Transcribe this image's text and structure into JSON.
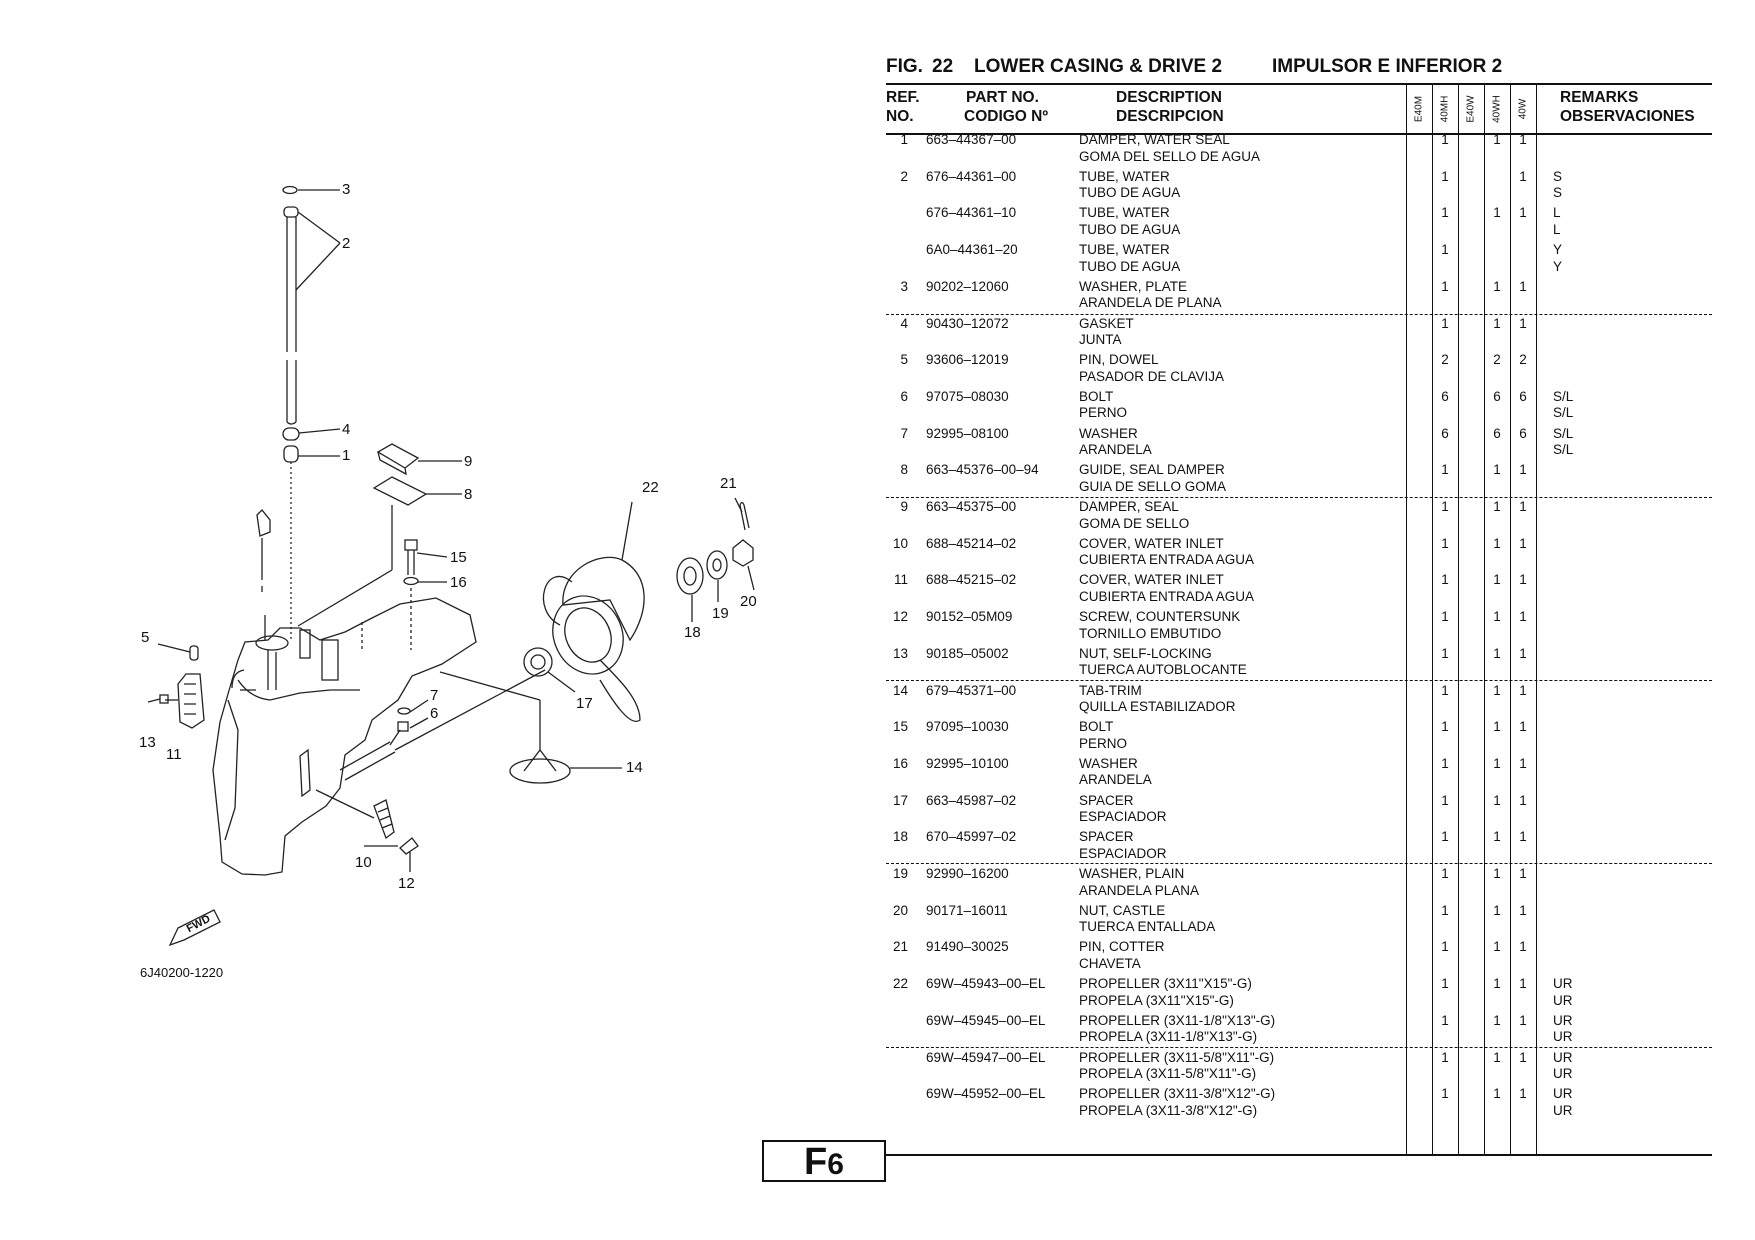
{
  "header": {
    "fig": "FIG.",
    "fig_no": "22",
    "title_en": "LOWER CASING & DRIVE 2",
    "title_es": "IMPULSOR E INFERIOR 2"
  },
  "columns": {
    "ref_en": "REF.",
    "ref_es": "NO.",
    "part_en": "PART NO.",
    "part_es": "CODIGO Nº",
    "desc_en": "DESCRIPTION",
    "desc_es": "DESCRIPCION",
    "models": [
      "E40M",
      "40MH",
      "E40W",
      "40WH",
      "40W"
    ],
    "rem_en": "REMARKS",
    "rem_es": "OBSERVACIONES"
  },
  "parts": [
    {
      "ref": "1",
      "part": "663–44367–00",
      "en": "DAMPER, WATER SEAL",
      "es": "GOMA DEL SELLO DE AGUA",
      "q": [
        "",
        "1",
        "",
        "1",
        "1"
      ],
      "r1": "",
      "r2": ""
    },
    {
      "ref": "2",
      "part": "676–44361–00",
      "en": "TUBE, WATER",
      "es": "TUBO DE AGUA",
      "q": [
        "",
        "1",
        "",
        "",
        "1"
      ],
      "r1": "S",
      "r2": "S"
    },
    {
      "ref": "",
      "part": "676–44361–10",
      "en": "TUBE, WATER",
      "es": "TUBO DE AGUA",
      "q": [
        "",
        "1",
        "",
        "1",
        "1"
      ],
      "r1": "L",
      "r2": "L"
    },
    {
      "ref": "",
      "part": "6A0–44361–20",
      "en": "TUBE, WATER",
      "es": "TUBO DE AGUA",
      "q": [
        "",
        "1",
        "",
        "",
        ""
      ],
      "r1": "Y",
      "r2": "Y"
    },
    {
      "ref": "3",
      "part": "90202–12060",
      "en": "WASHER, PLATE",
      "es": "ARANDELA  DE PLANA",
      "q": [
        "",
        "1",
        "",
        "1",
        "1"
      ],
      "r1": "",
      "r2": ""
    },
    {
      "ref": "4",
      "part": "90430–12072",
      "en": "GASKET",
      "es": "JUNTA",
      "q": [
        "",
        "1",
        "",
        "1",
        "1"
      ],
      "r1": "",
      "r2": ""
    },
    {
      "ref": "5",
      "part": "93606–12019",
      "en": "PIN, DOWEL",
      "es": "PASADOR DE CLAVIJA",
      "q": [
        "",
        "2",
        "",
        "2",
        "2"
      ],
      "r1": "",
      "r2": ""
    },
    {
      "ref": "6",
      "part": "97075–08030",
      "en": "BOLT",
      "es": "PERNO",
      "q": [
        "",
        "6",
        "",
        "6",
        "6"
      ],
      "r1": "S/L",
      "r2": "S/L"
    },
    {
      "ref": "7",
      "part": "92995–08100",
      "en": "WASHER",
      "es": "ARANDELA",
      "q": [
        "",
        "6",
        "",
        "6",
        "6"
      ],
      "r1": "S/L",
      "r2": "S/L"
    },
    {
      "ref": "8",
      "part": "663–45376–00–94",
      "en": "GUIDE, SEAL DAMPER",
      "es": "GUIA DE SELLO GOMA",
      "q": [
        "",
        "1",
        "",
        "1",
        "1"
      ],
      "r1": "",
      "r2": ""
    },
    {
      "ref": "9",
      "part": "663–45375–00",
      "en": "DAMPER, SEAL",
      "es": "GOMA DE SELLO",
      "q": [
        "",
        "1",
        "",
        "1",
        "1"
      ],
      "r1": "",
      "r2": ""
    },
    {
      "ref": "10",
      "part": "688–45214–02",
      "en": "COVER, WATER INLET",
      "es": "CUBIERTA  ENTRADA AGUA",
      "q": [
        "",
        "1",
        "",
        "1",
        "1"
      ],
      "r1": "",
      "r2": ""
    },
    {
      "ref": "11",
      "part": "688–45215–02",
      "en": "COVER, WATER INLET",
      "es": "CUBIERTA  ENTRADA AGUA",
      "q": [
        "",
        "1",
        "",
        "1",
        "1"
      ],
      "r1": "",
      "r2": ""
    },
    {
      "ref": "12",
      "part": "90152–05M09",
      "en": "SCREW, COUNTERSUNK",
      "es": "TORNILLO  EMBUTIDO",
      "q": [
        "",
        "1",
        "",
        "1",
        "1"
      ],
      "r1": "",
      "r2": ""
    },
    {
      "ref": "13",
      "part": "90185–05002",
      "en": "NUT, SELF-LOCKING",
      "es": "TUERCA AUTOBLOCANTE",
      "q": [
        "",
        "1",
        "",
        "1",
        "1"
      ],
      "r1": "",
      "r2": ""
    },
    {
      "ref": "14",
      "part": "679–45371–00",
      "en": "TAB-TRIM",
      "es": "QUILLA ESTABILIZADOR",
      "q": [
        "",
        "1",
        "",
        "1",
        "1"
      ],
      "r1": "",
      "r2": ""
    },
    {
      "ref": "15",
      "part": "97095–10030",
      "en": "BOLT",
      "es": "PERNO",
      "q": [
        "",
        "1",
        "",
        "1",
        "1"
      ],
      "r1": "",
      "r2": ""
    },
    {
      "ref": "16",
      "part": "92995–10100",
      "en": "WASHER",
      "es": "ARANDELA",
      "q": [
        "",
        "1",
        "",
        "1",
        "1"
      ],
      "r1": "",
      "r2": ""
    },
    {
      "ref": "17",
      "part": "663–45987–02",
      "en": "SPACER",
      "es": "ESPACIADOR",
      "q": [
        "",
        "1",
        "",
        "1",
        "1"
      ],
      "r1": "",
      "r2": ""
    },
    {
      "ref": "18",
      "part": "670–45997–02",
      "en": "SPACER",
      "es": "ESPACIADOR",
      "q": [
        "",
        "1",
        "",
        "1",
        "1"
      ],
      "r1": "",
      "r2": ""
    },
    {
      "ref": "19",
      "part": "92990–16200",
      "en": "WASHER, PLAIN",
      "es": "ARANDELA PLANA",
      "q": [
        "",
        "1",
        "",
        "1",
        "1"
      ],
      "r1": "",
      "r2": ""
    },
    {
      "ref": "20",
      "part": "90171–16011",
      "en": "NUT, CASTLE",
      "es": "TUERCA  ENTALLADA",
      "q": [
        "",
        "1",
        "",
        "1",
        "1"
      ],
      "r1": "",
      "r2": ""
    },
    {
      "ref": "21",
      "part": "91490–30025",
      "en": "PIN, COTTER",
      "es": "CHAVETA",
      "q": [
        "",
        "1",
        "",
        "1",
        "1"
      ],
      "r1": "",
      "r2": ""
    },
    {
      "ref": "22",
      "part": "69W–45943–00–EL",
      "en": "PROPELLER (3X11\"X15\"-G)",
      "es": "PROPELA (3X11\"X15\"-G)",
      "q": [
        "",
        "1",
        "",
        "1",
        "1"
      ],
      "r1": "UR",
      "r2": "UR"
    },
    {
      "ref": "",
      "part": "69W–45945–00–EL",
      "en": "PROPELLER (3X11-1/8\"X13\"-G)",
      "es": "PROPELA (3X11-1/8\"X13\"-G)",
      "q": [
        "",
        "1",
        "",
        "1",
        "1"
      ],
      "r1": "UR",
      "r2": "UR"
    },
    {
      "ref": "",
      "part": "69W–45947–00–EL",
      "en": "PROPELLER (3X11-5/8\"X11\"-G)",
      "es": "PROPELA (3X11-5/8\"X11\"-G)",
      "q": [
        "",
        "1",
        "",
        "1",
        "1"
      ],
      "r1": "UR",
      "r2": "UR"
    },
    {
      "ref": "",
      "part": "69W–45952–00–EL",
      "en": "PROPELLER (3X11-3/8\"X12\"-G)",
      "es": "PROPELA (3X11-3/8\"X12\"-G)",
      "q": [
        "",
        "1",
        "",
        "1",
        "1"
      ],
      "r1": "UR",
      "r2": "UR"
    }
  ],
  "diagram": {
    "callouts": [
      "3",
      "2",
      "4",
      "1",
      "9",
      "8",
      "15",
      "16",
      "22",
      "21",
      "5",
      "7",
      "6",
      "13",
      "11",
      "18",
      "19",
      "20",
      "17",
      "14",
      "10",
      "12"
    ],
    "fwd_label": "FWD",
    "code": "6J40200-1220"
  },
  "page_label": {
    "letter": "F",
    "number": "6"
  }
}
